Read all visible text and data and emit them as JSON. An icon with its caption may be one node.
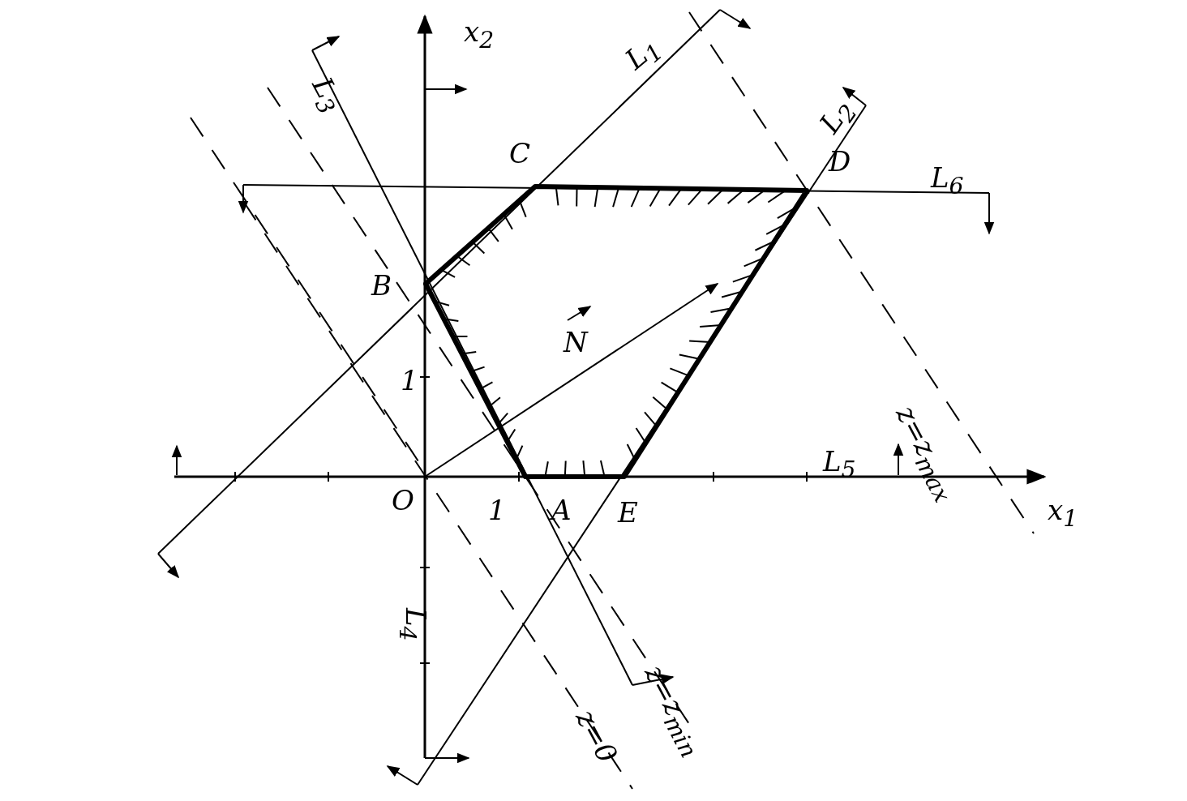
{
  "diagram": {
    "labels": [
      "x$_{2}$",
      "L$_{3}$",
      "L$_{1}$",
      "C",
      "L$_{2}$",
      "D",
      "L$_{6}$",
      "B",
      "N",
      "1",
      "z=z$_{max}$",
      "L$_{5}$",
      "O",
      "1",
      "A",
      "E",
      "x$_{1}$",
      "L$_{4}$",
      "z=0",
      "z=z$_{min}$"
    ]
  }
}
